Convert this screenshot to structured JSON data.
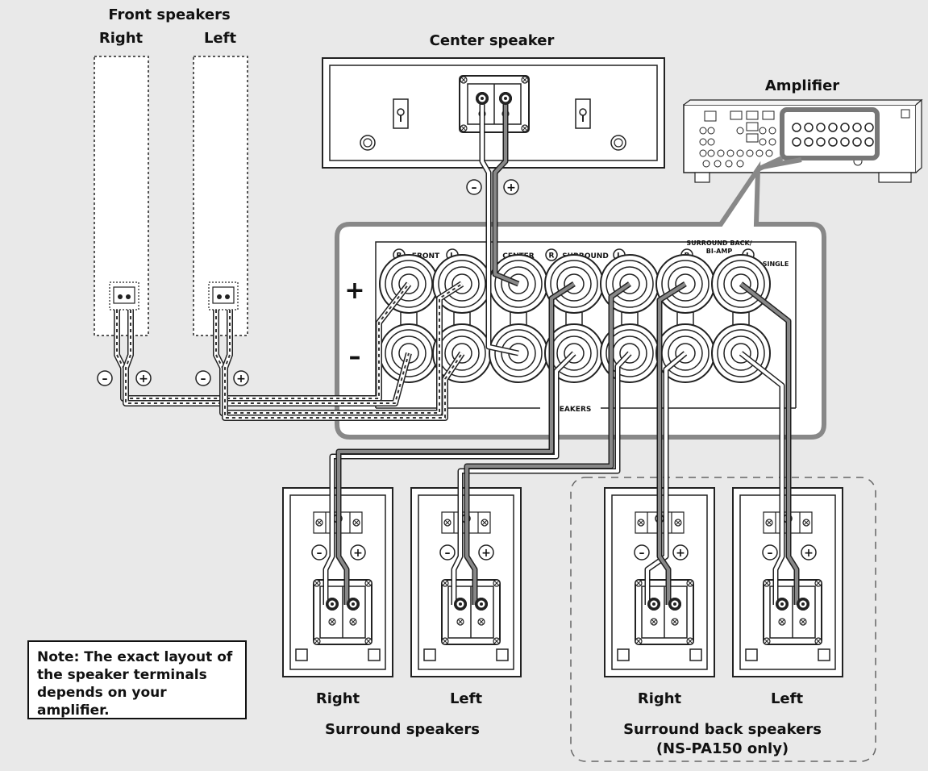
{
  "labels": {
    "front_speakers": "Front speakers",
    "front_right": "Right",
    "front_left": "Left",
    "center_speaker": "Center speaker",
    "amplifier": "Amplifier",
    "surround_right": "Right",
    "surround_left": "Left",
    "surround_speakers": "Surround speakers",
    "sback_right": "Right",
    "sback_left": "Left",
    "surround_back_speakers": "Surround back speakers",
    "surround_back_note": "(NS-PA150 only)",
    "note": "Note: The exact layout of the speaker terminals depends on your amplifier."
  },
  "terminal_panel": {
    "front": "FRONT",
    "center": "CENTER",
    "surround": "SURROUND",
    "surround_back": "SURROUND BACK/",
    "bi_amp": "BI-AMP",
    "single": "SINGLE",
    "speakers": "SPEAKERS",
    "right_mark": "R",
    "left_mark": "L",
    "plus": "+",
    "minus": "–"
  },
  "polarity": {
    "minus": "–",
    "plus": "+"
  }
}
